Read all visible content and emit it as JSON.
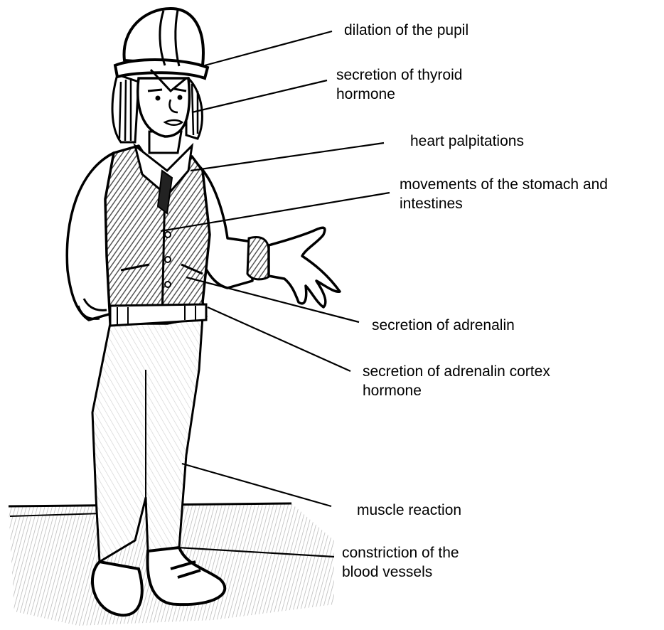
{
  "labels": [
    {
      "id": "pupil",
      "lines": [
        "dilation of the pupil"
      ]
    },
    {
      "id": "thyroid",
      "lines": [
        "secretion of thyroid",
        "hormone"
      ]
    },
    {
      "id": "heart",
      "lines": [
        "heart palpitations"
      ]
    },
    {
      "id": "stomach",
      "lines": [
        "movements of the stomach and",
        "intestines"
      ]
    },
    {
      "id": "adrenalin",
      "lines": [
        "secretion of adrenalin"
      ]
    },
    {
      "id": "cortex",
      "lines": [
        "secretion of adrenalin cortex",
        "hormone"
      ]
    },
    {
      "id": "muscle",
      "lines": [
        "muscle reaction"
      ]
    },
    {
      "id": "vessels",
      "lines": [
        "constriction of the",
        "blood vessels"
      ]
    }
  ],
  "colors": {
    "ink": "#000000",
    "background": "#ffffff",
    "shading": "#8a8a8a"
  }
}
